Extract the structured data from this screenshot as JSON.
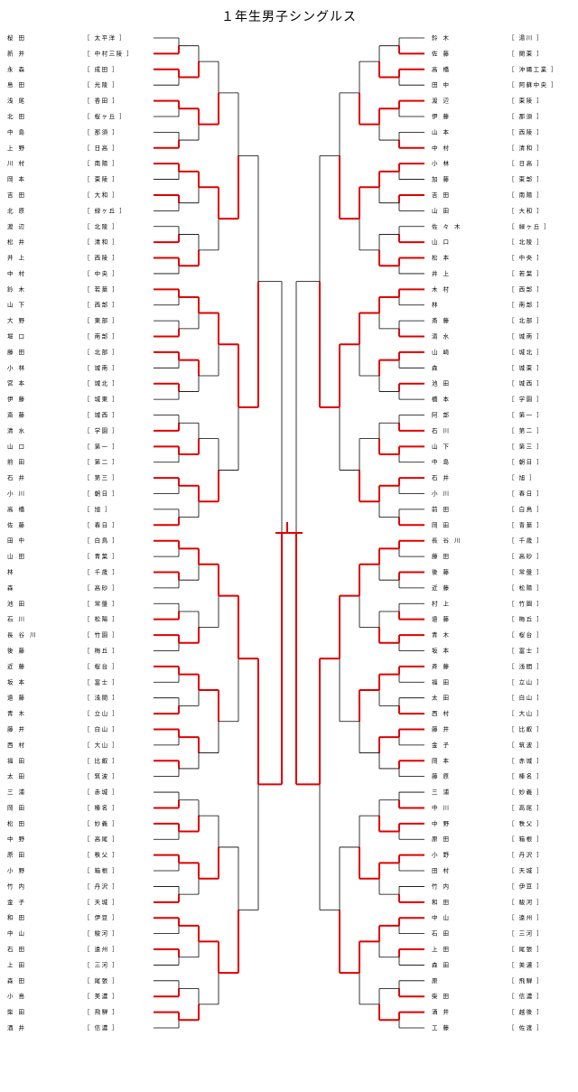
{
  "title": "１年生男子シングルス",
  "bracket": {
    "players_per_side": 64,
    "rounds": 6,
    "advance_color": "#e00000",
    "line_color": "#000000",
    "left_names": [
      "桜田",
      "新井",
      "永森",
      "島田",
      "浅尾",
      "北田",
      "中島",
      "上野",
      "川村",
      "岡本",
      "吉田",
      "北原",
      "渡辺",
      "松井",
      "井上",
      "中村",
      "鈴木",
      "山下",
      "大野",
      "堀口",
      "藤田",
      "小林",
      "宮本",
      "伊藤",
      "斎藤",
      "清水",
      "山口",
      "前田",
      "石井",
      "小川",
      "高橋",
      "佐藤",
      "田中",
      "山田",
      "林",
      "森",
      "池田",
      "石川",
      "長谷川",
      "後藤",
      "近藤",
      "坂本",
      "遠藤",
      "青木",
      "藤井",
      "西村",
      "福田",
      "太田",
      "三浦",
      "岡田",
      "松田",
      "中野",
      "原田",
      "小野",
      "竹内",
      "金子",
      "和田",
      "中山",
      "石田",
      "上田",
      "森田",
      "小島",
      "柴田",
      "酒井"
    ],
    "left_schools": [
      "太平洋",
      "中村三陵",
      "成田",
      "光陵",
      "香田",
      "桜ヶ丘",
      "那須",
      "日高",
      "南陽",
      "東陵",
      "大和",
      "緑ヶ丘",
      "北陵",
      "清和",
      "西陵",
      "中央",
      "若葉",
      "西部",
      "東部",
      "南部",
      "北部",
      "城南",
      "城北",
      "城東",
      "城西",
      "学園",
      "第一",
      "第二",
      "第三",
      "朝日",
      "旭",
      "春日",
      "白鳥",
      "青葉",
      "千歳",
      "高砂",
      "常盤",
      "松陽",
      "竹園",
      "梅丘",
      "桜台",
      "富士",
      "浅間",
      "立山",
      "白山",
      "大山",
      "比叡",
      "筑波",
      "赤城",
      "榛名",
      "妙義",
      "高尾",
      "秩父",
      "箱根",
      "丹沢",
      "天城",
      "伊豆",
      "駿河",
      "遠州",
      "三河",
      "尾張",
      "美濃",
      "飛騨",
      "信濃"
    ],
    "right_names": [
      "鈴木",
      "佐藤",
      "高橋",
      "田中",
      "渡辺",
      "伊藤",
      "山本",
      "中村",
      "小林",
      "加藤",
      "吉田",
      "山田",
      "佐々木",
      "山口",
      "松本",
      "井上",
      "木村",
      "林",
      "斎藤",
      "清水",
      "山崎",
      "森",
      "池田",
      "橋本",
      "阿部",
      "石川",
      "山下",
      "中島",
      "石井",
      "小川",
      "前田",
      "岡田",
      "長谷川",
      "藤田",
      "後藤",
      "近藤",
      "村上",
      "遠藤",
      "青木",
      "坂本",
      "斉藤",
      "福田",
      "太田",
      "西村",
      "藤井",
      "金子",
      "岡本",
      "藤原",
      "三浦",
      "中川",
      "中野",
      "原田",
      "小野",
      "田村",
      "竹内",
      "和田",
      "中山",
      "石田",
      "上田",
      "森田",
      "原",
      "柴田",
      "酒井",
      "工藤"
    ],
    "right_schools": [
      "湯川",
      "関東",
      "沖縄工業",
      "阿蘇中央",
      "東陵",
      "那須",
      "西陵",
      "清和",
      "日高",
      "東部",
      "南陽",
      "大和",
      "緑ヶ丘",
      "北陵",
      "中央",
      "若葉",
      "西部",
      "南部",
      "北部",
      "城南",
      "城北",
      "城東",
      "城西",
      "学園",
      "第一",
      "第二",
      "第三",
      "朝日",
      "旭",
      "春日",
      "白鳥",
      "青葉",
      "千歳",
      "高砂",
      "常盤",
      "松陽",
      "竹園",
      "梅丘",
      "桜台",
      "富士",
      "浅間",
      "立山",
      "白山",
      "大山",
      "比叡",
      "筑波",
      "赤城",
      "榛名",
      "妙義",
      "高尾",
      "秩父",
      "箱根",
      "丹沢",
      "天城",
      "伊豆",
      "駿河",
      "遠州",
      "三河",
      "尾張",
      "美濃",
      "飛騨",
      "信濃",
      "越後",
      "佐渡"
    ]
  }
}
